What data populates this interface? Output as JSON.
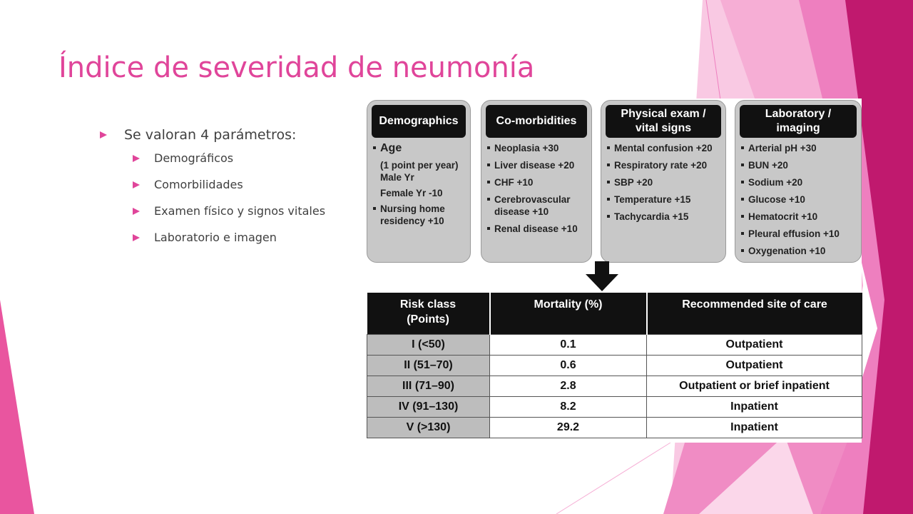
{
  "slide": {
    "title": "Índice de severidad de neumonía",
    "bullets": [
      {
        "level": 1,
        "text": "Se valoran 4 parámetros:"
      },
      {
        "level": 2,
        "text": "Demográficos"
      },
      {
        "level": 2,
        "text": "Comorbilidades"
      },
      {
        "level": 2,
        "text": "Examen físico y signos vitales"
      },
      {
        "level": 2,
        "text": "Laboratorio e imagen"
      }
    ]
  },
  "figure": {
    "categories": [
      {
        "header": "Demographics",
        "items": [
          {
            "text": "Age",
            "style": "main"
          },
          {
            "text": "(1 point per year)",
            "style": "sub tight"
          },
          {
            "text": "Male Yr",
            "style": "sub"
          },
          {
            "text": "Female Yr -10",
            "style": "sub"
          },
          {
            "text": "Nursing home residency +10",
            "style": ""
          }
        ]
      },
      {
        "header": "Co-morbidities",
        "items": [
          {
            "text": "Neoplasia +30",
            "style": ""
          },
          {
            "text": "Liver disease +20",
            "style": ""
          },
          {
            "text": "CHF +10",
            "style": ""
          },
          {
            "text": "Cerebrovascular disease +10",
            "style": ""
          },
          {
            "text": "Renal disease +10",
            "style": ""
          }
        ]
      },
      {
        "header": "Physical exam /\nvital signs",
        "items": [
          {
            "text": "Mental confusion +20",
            "style": ""
          },
          {
            "text": "Respiratory rate +20",
            "style": ""
          },
          {
            "text": "SBP +20",
            "style": ""
          },
          {
            "text": "Temperature +15",
            "style": ""
          },
          {
            "text": "Tachycardia +15",
            "style": ""
          }
        ]
      },
      {
        "header": "Laboratory /\nimaging",
        "items": [
          {
            "text": "Arterial pH +30",
            "style": ""
          },
          {
            "text": "BUN +20",
            "style": ""
          },
          {
            "text": "Sodium +20",
            "style": ""
          },
          {
            "text": "Glucose +10",
            "style": ""
          },
          {
            "text": "Hematocrit +10",
            "style": ""
          },
          {
            "text": "Pleural effusion +10",
            "style": ""
          },
          {
            "text": "Oxygenation +10",
            "style": ""
          }
        ]
      }
    ],
    "table": {
      "headers": [
        "Risk class\n(Points)",
        "Mortality (%)",
        "Recommended site of care"
      ],
      "rows": [
        [
          "I (<50)",
          "0.1",
          "Outpatient"
        ],
        [
          "II (51–70)",
          "0.6",
          "Outpatient"
        ],
        [
          "III (71–90)",
          "2.8",
          "Outpatient or brief inpatient"
        ],
        [
          "IV (91–130)",
          "8.2",
          "Inpatient"
        ],
        [
          "V (>130)",
          "29.2",
          "Inpatient"
        ]
      ]
    }
  },
  "colors": {
    "accent": "#e0459a",
    "magenta_dark": "#c0196e",
    "pink_mid": "#ee7fbf",
    "pink_light": "#f6aed5",
    "pink_pale": "#f9c9e3",
    "header_black": "#111111",
    "box_gray": "#c8c8c8",
    "cell_gray": "#bdbdbd"
  }
}
